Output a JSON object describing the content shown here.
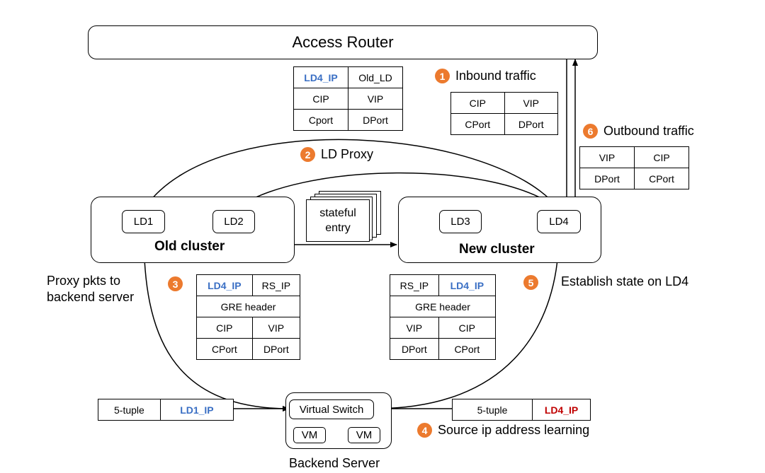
{
  "access_router": "Access Router",
  "inbound_table": [
    [
      "LD4_IP",
      "Old_LD"
    ],
    [
      "CIP",
      "VIP"
    ],
    [
      "Cport",
      "DPort"
    ]
  ],
  "step1": {
    "num": "1",
    "label": "Inbound traffic"
  },
  "step1_table": [
    [
      "CIP",
      "VIP"
    ],
    [
      "CPort",
      "DPort"
    ]
  ],
  "step6": {
    "num": "6",
    "label": "Outbound traffic"
  },
  "step6_table": [
    [
      "VIP",
      "CIP"
    ],
    [
      "DPort",
      "CPort"
    ]
  ],
  "step2": {
    "num": "2",
    "label": "LD Proxy"
  },
  "old_cluster": {
    "title": "Old cluster",
    "nodes": [
      "LD1",
      "LD2"
    ]
  },
  "new_cluster": {
    "title": "New cluster",
    "nodes": [
      "LD3",
      "LD4"
    ]
  },
  "stateful_entry": [
    "stateful",
    "entry"
  ],
  "proxy_text": [
    "Proxy pkts to",
    "backend server"
  ],
  "step3": {
    "num": "3"
  },
  "step3_table": {
    "top": [
      "LD4_IP",
      "RS_IP"
    ],
    "gre": "GRE header",
    "rows": [
      [
        "CIP",
        "VIP"
      ],
      [
        "CPort",
        "DPort"
      ]
    ]
  },
  "step5": {
    "num": "5",
    "label": "Establish state on LD4"
  },
  "step5_table": {
    "top": [
      "RS_IP",
      "LD4_IP"
    ],
    "gre": "GRE header",
    "rows": [
      [
        "VIP",
        "CIP"
      ],
      [
        "DPort",
        "CPort"
      ]
    ]
  },
  "left_tuple": [
    "5-tuple",
    "LD1_IP"
  ],
  "right_tuple": [
    "5-tuple",
    "LD4_IP"
  ],
  "backend": {
    "switch": "Virtual Switch",
    "vms": [
      "VM",
      "VM"
    ],
    "label": "Backend Server"
  },
  "step4": {
    "num": "4",
    "label": "Source ip address learning"
  }
}
